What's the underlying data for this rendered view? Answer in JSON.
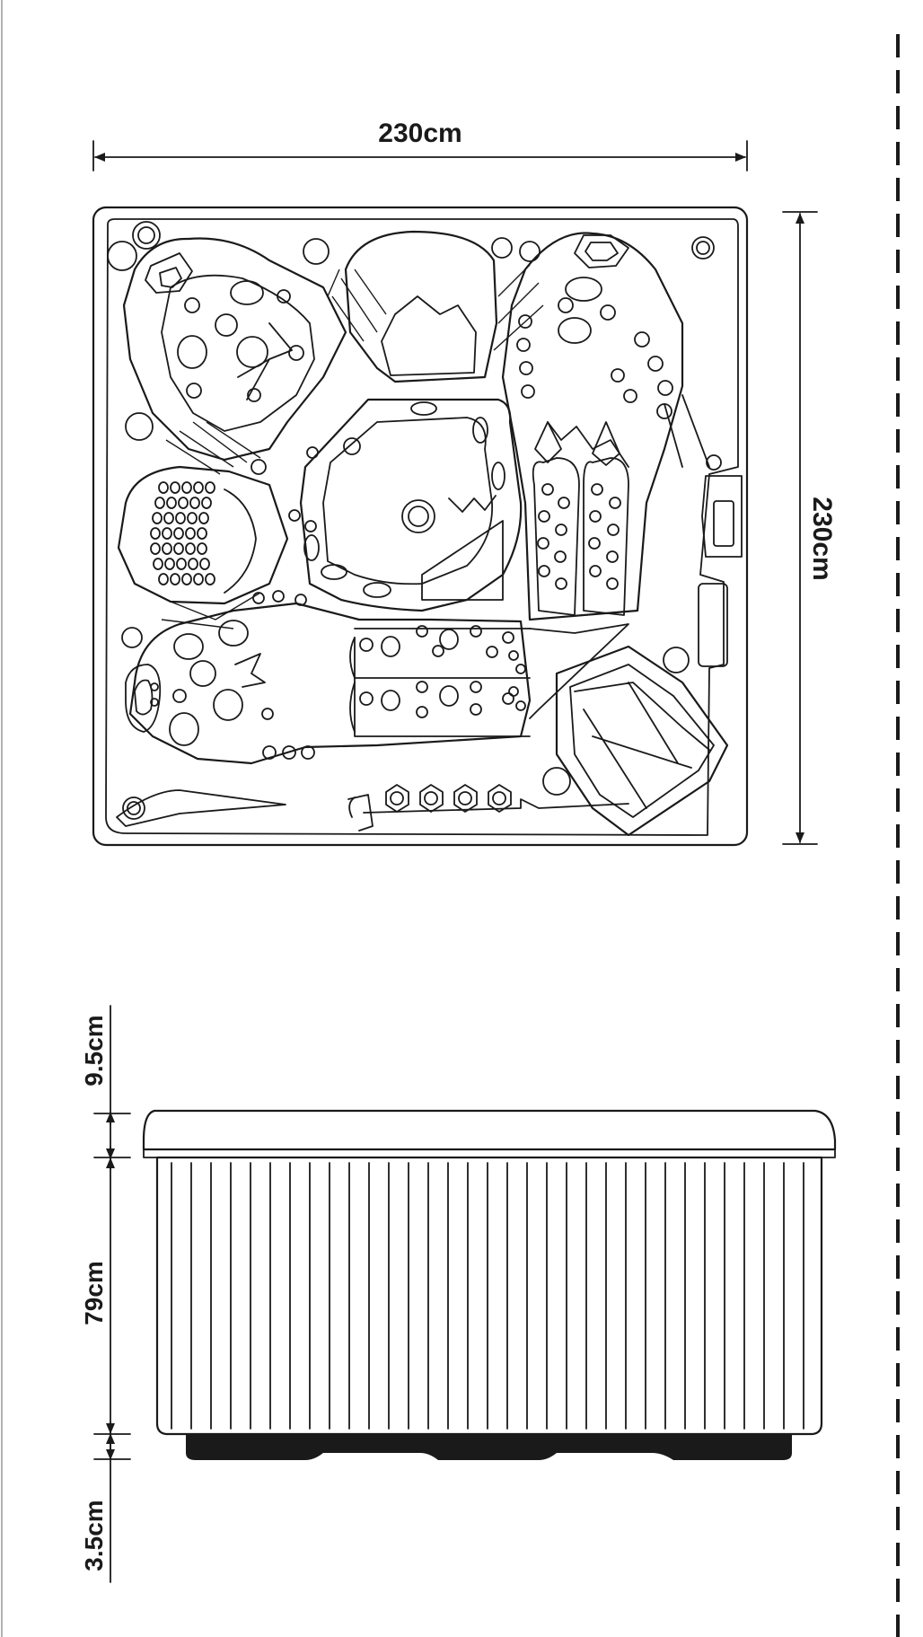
{
  "top_view": {
    "width_label": "230cm",
    "depth_label": "230cm"
  },
  "side_view": {
    "lid_thickness_label": "9.5cm",
    "body_height_label": "79cm",
    "base_height_label": "3.5cm"
  },
  "colors": {
    "ink": "#1a1a1a",
    "background": "#ffffff"
  }
}
